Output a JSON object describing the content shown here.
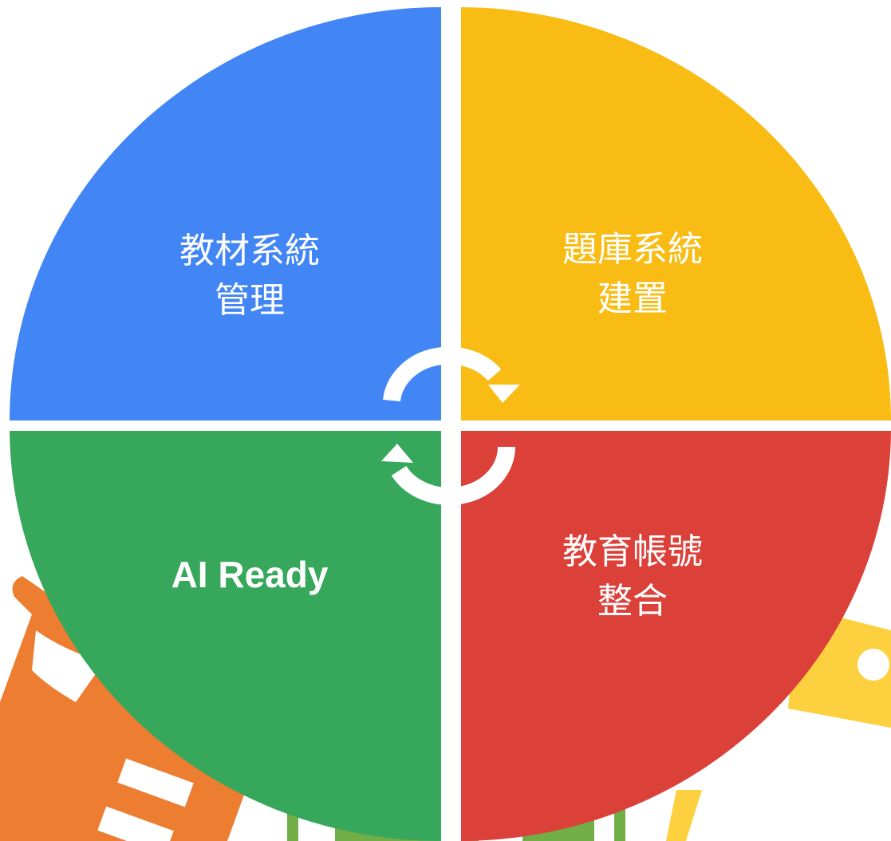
{
  "colors": {
    "blue": "#4285F4",
    "yellow": "#F8BC14",
    "red": "#DB4039",
    "green": "#37A85B",
    "orange": "#EC7D31",
    "lime": "#71AE48",
    "light_yellow": "#FCD03F",
    "divider": "#ffffff"
  },
  "quadrants": {
    "top_left": {
      "line1": "教材系統",
      "line2": "管理"
    },
    "top_right": {
      "line1": "題庫系統",
      "line2": "建置"
    },
    "bottom_right": {
      "line1": "教育帳號",
      "line2": "整合"
    },
    "bottom_left": {
      "label": "AI Ready"
    }
  },
  "cycle": {
    "direction": "clockwise"
  }
}
